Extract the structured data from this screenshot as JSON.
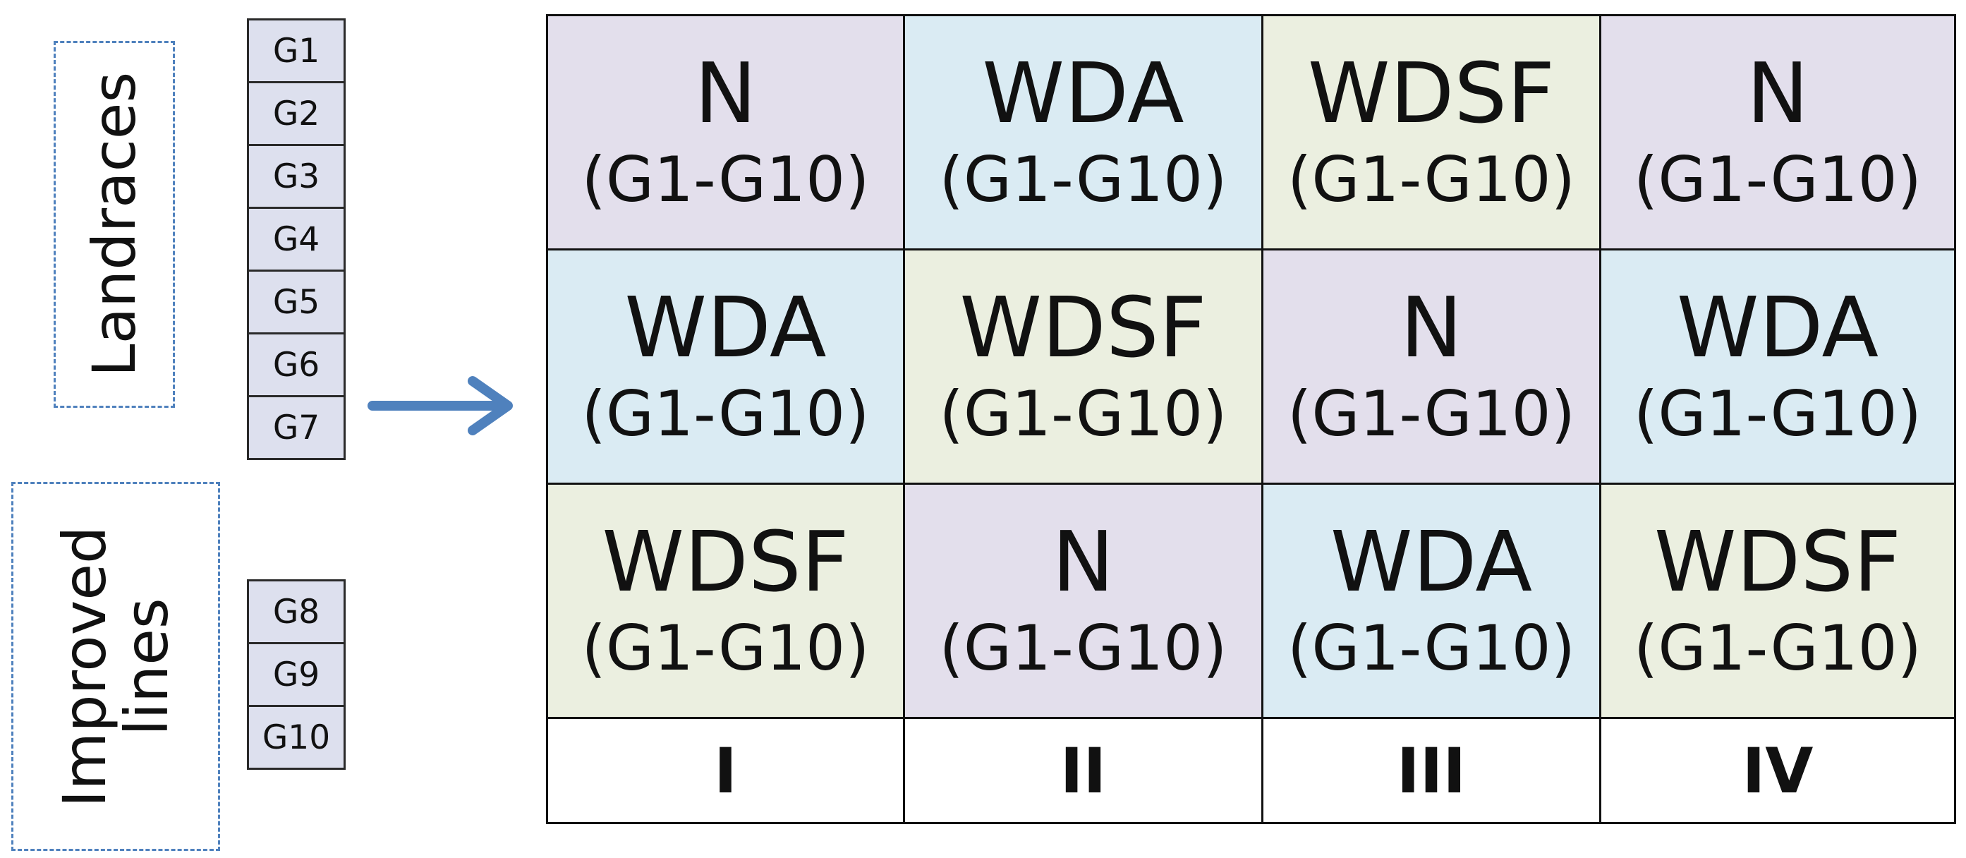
{
  "groups": [
    {
      "label_lines": [
        "Landraces"
      ]
    },
    {
      "label_lines": [
        "Improved",
        "lines"
      ]
    }
  ],
  "genotype_stacks": [
    [
      "G1",
      "G2",
      "G3",
      "G4",
      "G5",
      "G6",
      "G7"
    ],
    [
      "G8",
      "G9",
      "G10"
    ]
  ],
  "treatment_colors": {
    "N": "#e3dfec",
    "WDA": "#daebf3",
    "WDSF": "#ebefe0"
  },
  "arrow_color": "#4f81bd",
  "grid": {
    "rows": [
      [
        {
          "treatment": "N",
          "range": "(G1-G10)"
        },
        {
          "treatment": "WDA",
          "range": "(G1-G10)"
        },
        {
          "treatment": "WDSF",
          "range": "(G1-G10)"
        },
        {
          "treatment": "N",
          "range": "(G1-G10)"
        }
      ],
      [
        {
          "treatment": "WDA",
          "range": "(G1-G10)"
        },
        {
          "treatment": "WDSF",
          "range": "(G1-G10)"
        },
        {
          "treatment": "N",
          "range": "(G1-G10)"
        },
        {
          "treatment": "WDA",
          "range": "(G1-G10)"
        }
      ],
      [
        {
          "treatment": "WDSF",
          "range": "(G1-G10)"
        },
        {
          "treatment": "N",
          "range": "(G1-G10)"
        },
        {
          "treatment": "WDA",
          "range": "(G1-G10)"
        },
        {
          "treatment": "WDSF",
          "range": "(G1-G10)"
        }
      ]
    ],
    "block_labels": [
      "I",
      "II",
      "III",
      "IV"
    ]
  }
}
